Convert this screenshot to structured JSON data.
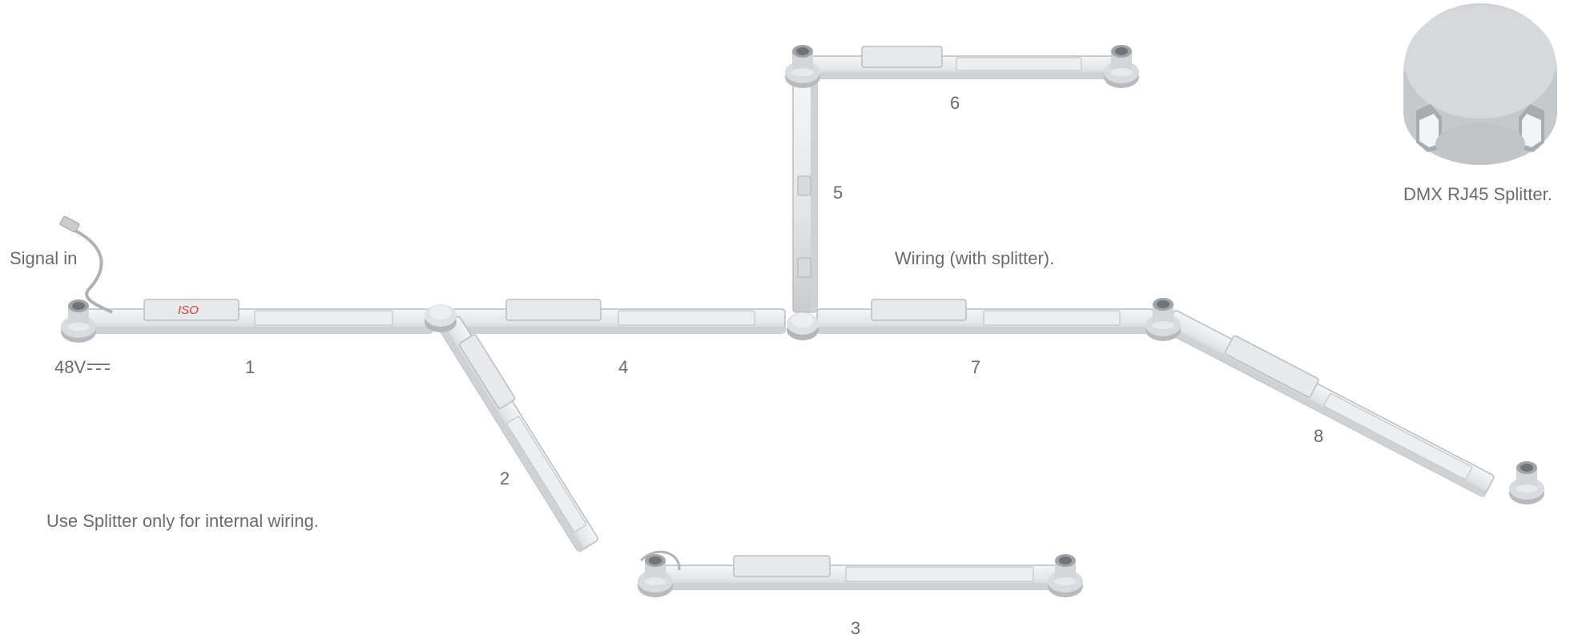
{
  "labels": {
    "signal_in": "Signal in",
    "voltage": "48V",
    "wiring_note": "Wiring (with splitter).",
    "splitter_title": "DMX RJ45 Splitter.",
    "usage_note": "Use Splitter only for internal wiring.",
    "iso_tag": "ISO"
  },
  "segments": [
    {
      "id": "1",
      "label": "1"
    },
    {
      "id": "2",
      "label": "2"
    },
    {
      "id": "3",
      "label": "3"
    },
    {
      "id": "4",
      "label": "4"
    },
    {
      "id": "5",
      "label": "5"
    },
    {
      "id": "6",
      "label": "6"
    },
    {
      "id": "7",
      "label": "7"
    },
    {
      "id": "8",
      "label": "8"
    }
  ],
  "colors": {
    "rail_body": "#e6e8e9",
    "rail_edge": "#b9bdc0",
    "rail_shadow": "#c9cdd0",
    "connector": "#d3d6d8",
    "connector_dark": "#9ea3a7",
    "iso_text": "#e23b3b",
    "splitter": "#c8cbce"
  }
}
